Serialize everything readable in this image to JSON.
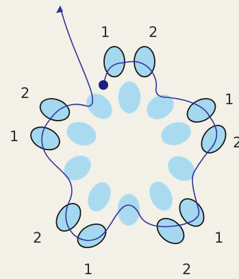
{
  "diagram": {
    "labels": [
      "1",
      "2",
      "2",
      "1",
      "1",
      "2",
      "2",
      "1",
      "1",
      "2"
    ],
    "colors": {
      "background": "#f4f1e8",
      "inner_bead_fill": "#a9daf0",
      "inner_bead_stroke": "#bfe3f2",
      "outer_bead_fill": "#a4d8ef",
      "outer_bead_stroke": "#141414",
      "thread": "#2f2f9a",
      "start_dot": "#1d1d80",
      "arrow": "#2f2f9a"
    }
  }
}
